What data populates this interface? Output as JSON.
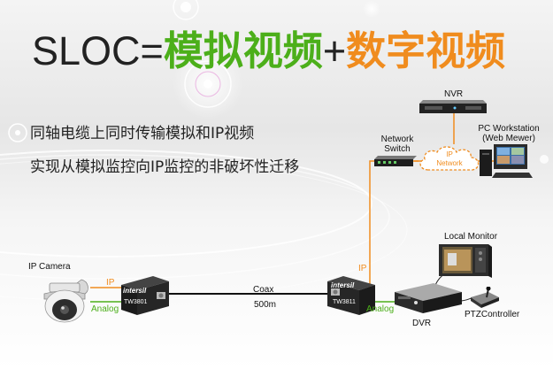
{
  "title": {
    "part1": "SLOC=",
    "part2": "模拟视频",
    "part3": "+",
    "part4": "数字视频"
  },
  "subtitle": {
    "line1": "同轴电缆上同时传输模拟和IP视频",
    "line2": "实现从模拟监控向IP监控的非破坏性迁移"
  },
  "diagram": {
    "ip_camera": "IP Camera",
    "ip_left": "IP",
    "analog_left": "Analog",
    "converter_left_brand": "intersil",
    "converter_left_model": "TW3801",
    "coax": "Coax",
    "distance": "500m",
    "converter_right_brand": "intersil",
    "converter_right_model": "TW3811",
    "ip_right": "IP",
    "analog_right": "Analog",
    "nvr": "NVR",
    "network_switch_line1": "Network",
    "network_switch_line2": "Switch",
    "cloud_line1": "IP",
    "cloud_line2": "Network",
    "pc_line1": "PC Workstation",
    "pc_line2": "(Web Mewer)",
    "local_monitor": "Local Monitor",
    "dvr": "DVR",
    "ptz": "PTZController"
  },
  "colors": {
    "green": "#4caf1a",
    "orange": "#f08c1e"
  }
}
